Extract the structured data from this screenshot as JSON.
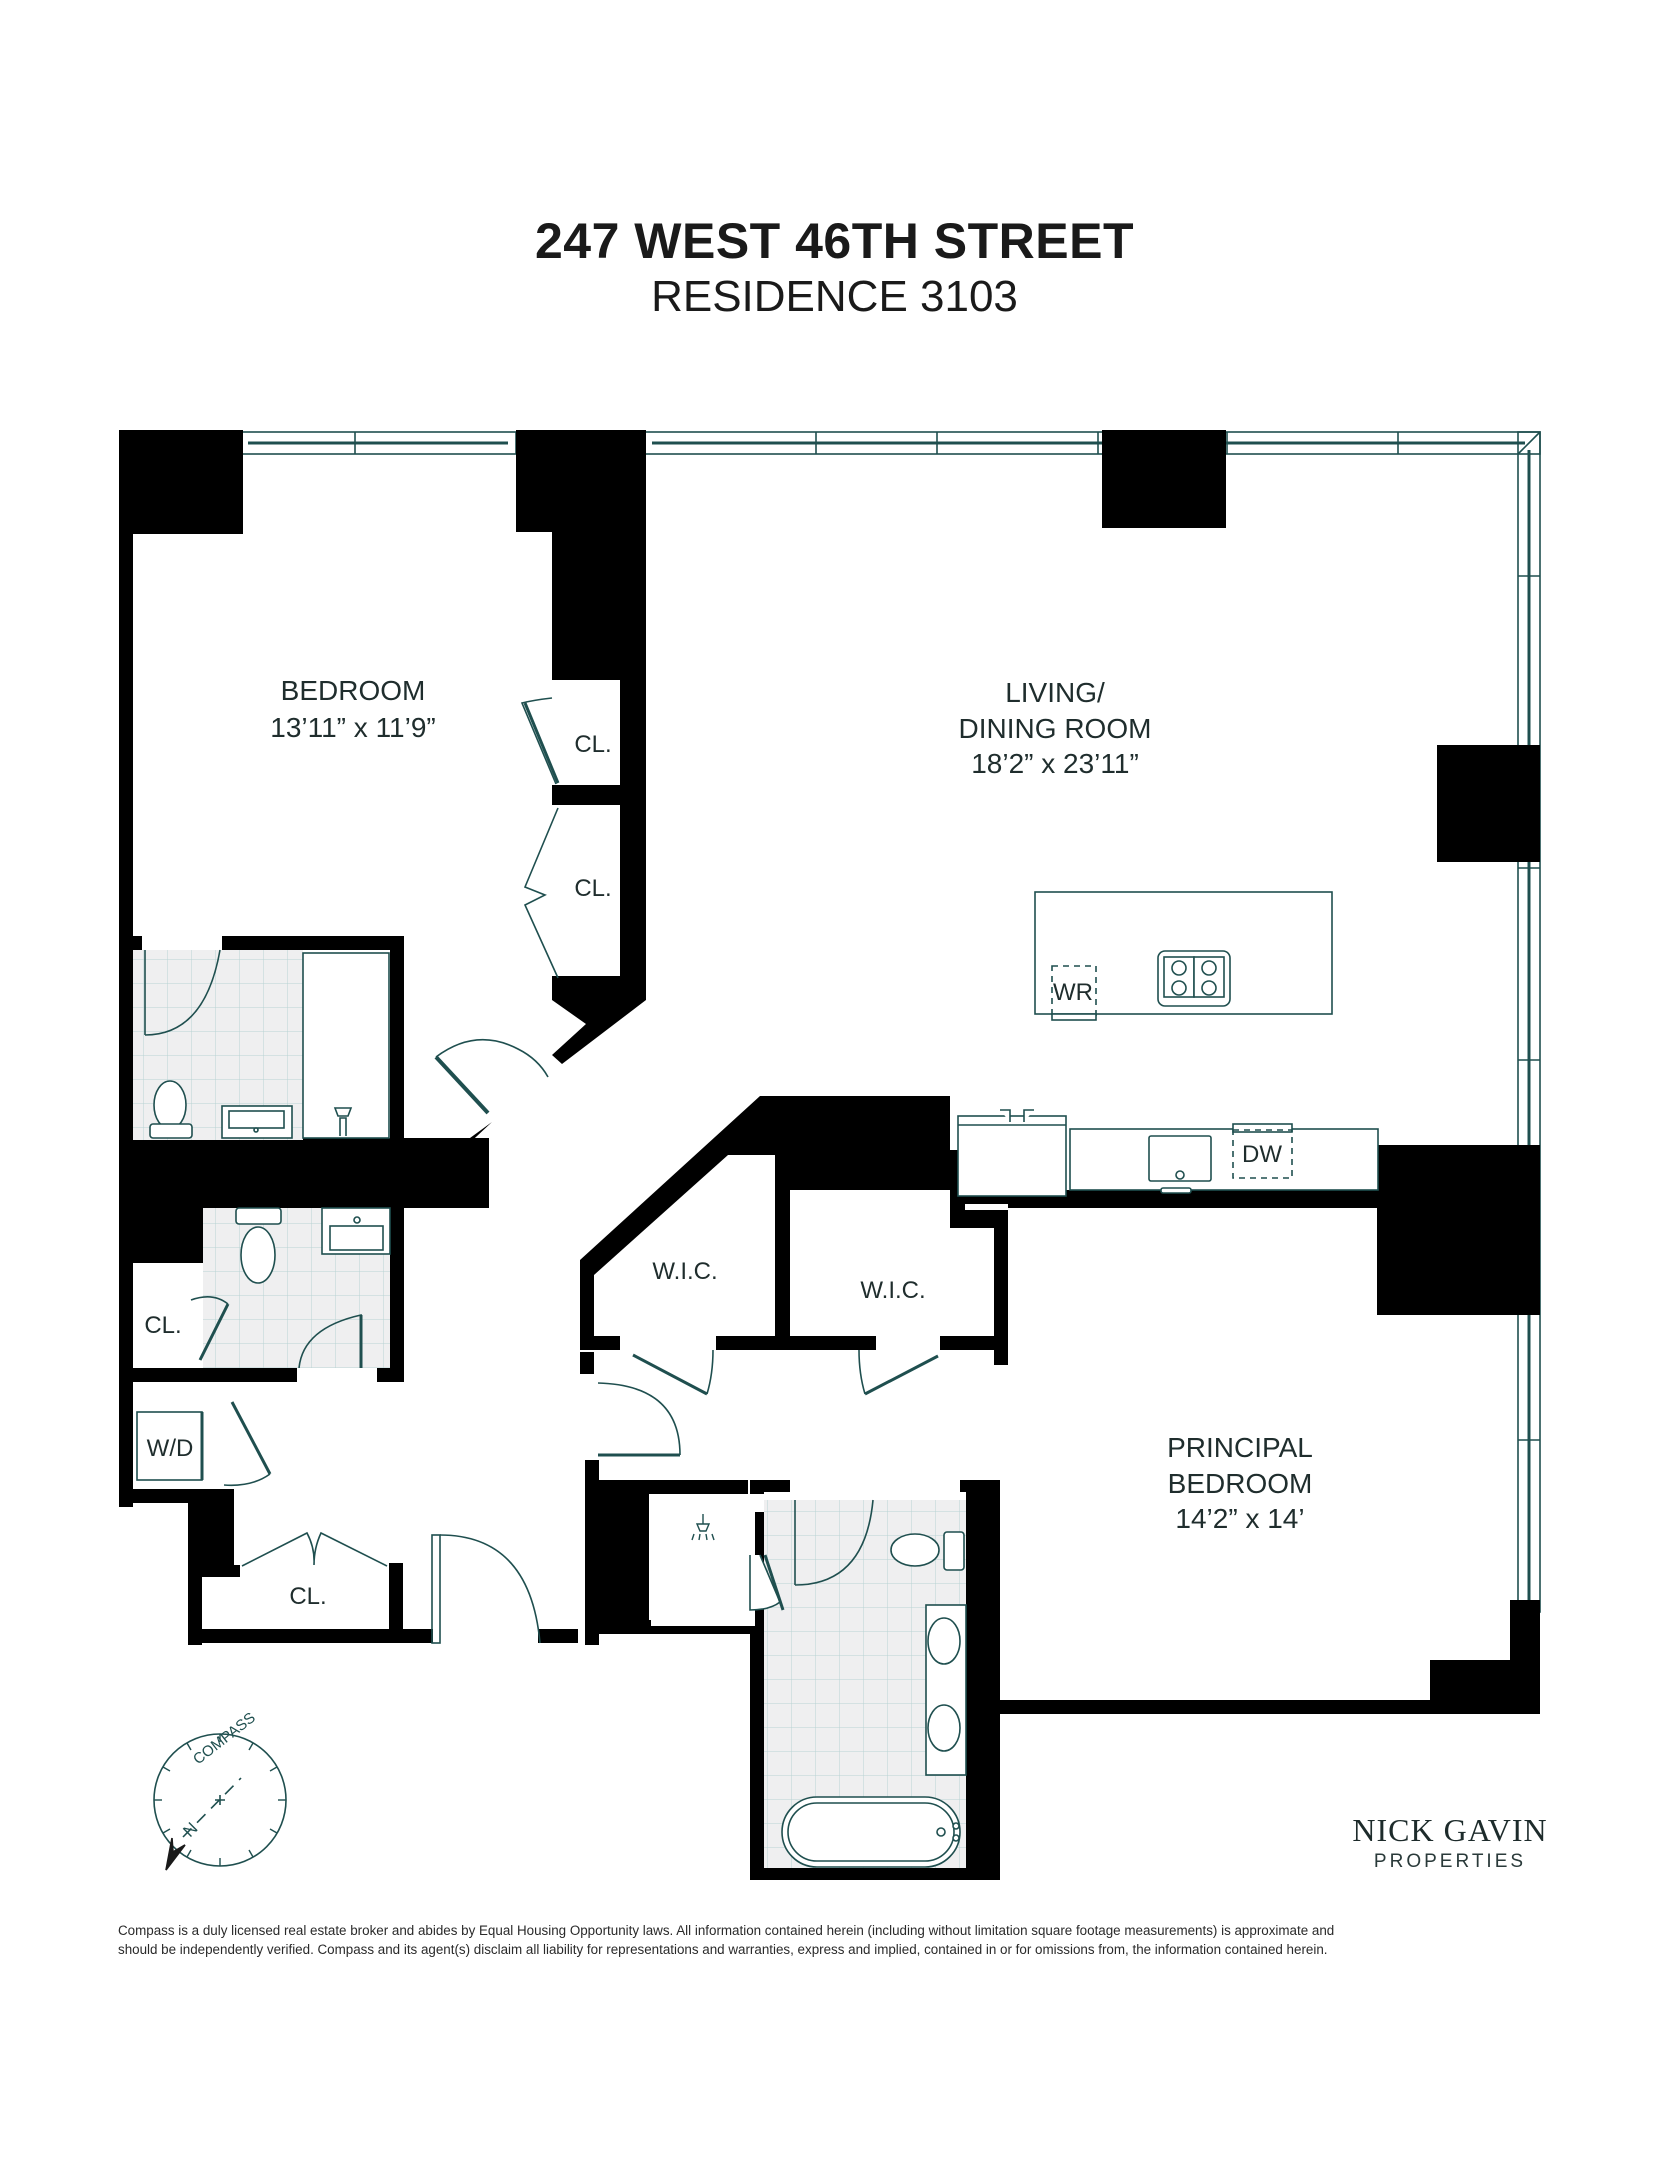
{
  "header": {
    "title": "247 WEST 46TH STREET",
    "subtitle": "RESIDENCE 3103"
  },
  "rooms": {
    "bedroom": {
      "name": "BEDROOM",
      "dimensions": "13’11” x 11’9”"
    },
    "living": {
      "name_line1": "LIVING/",
      "name_line2": "DINING ROOM",
      "dimensions": "18’2” x 23’11”"
    },
    "principal": {
      "name_line1": "PRINCIPAL",
      "name_line2": "BEDROOM",
      "dimensions": "14’2” x 14’"
    }
  },
  "closets": {
    "bedroom_cl_1": "CL.",
    "bedroom_cl_2": "CL.",
    "hall_cl": "CL.",
    "entry_cl": "CL.",
    "wic_1": "W.I.C.",
    "wic_2": "W.I.C.",
    "washer_dryer": "W/D"
  },
  "appliances": {
    "wine_fridge": "WR",
    "dishwasher": "DW"
  },
  "compass": {
    "label": "COMPASS",
    "north": "N"
  },
  "brand": {
    "name": "NICK GAVIN",
    "sub": "PROPERTIES"
  },
  "disclaimer": {
    "line1": "Compass is a duly licensed real estate broker and abides by Equal Housing Opportunity laws.  All information contained herein (including without limitation square footage measurements) is approximate and",
    "line2": "should be independently verified. Compass and its agent(s) disclaim all liability for representations and warranties, express and implied, contained in or for omissions from, the information contained herein."
  },
  "colors": {
    "wall": "#000000",
    "line": "#1f4f4f",
    "tile": "#efeff0",
    "tile_grid": "#b9d3d3"
  }
}
